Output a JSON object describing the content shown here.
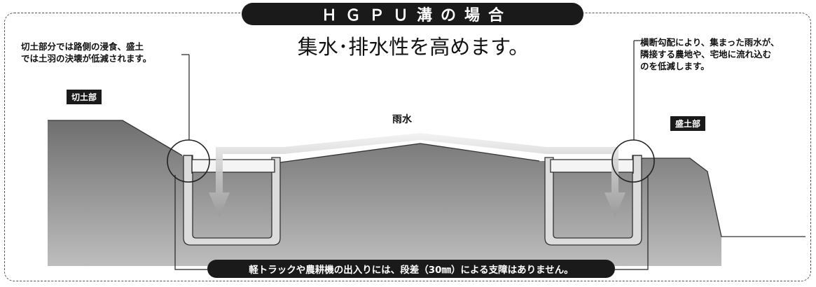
{
  "header": {
    "title": "ＨＧＰＵ溝の場合"
  },
  "subtitle": "集水･排水性を高めます。",
  "notes": {
    "left": [
      "切土部分では路側の浸食、盛土",
      "では土羽の決壊が低減されます。"
    ],
    "right": [
      "横断勾配により、集まった雨水が、",
      "隣接する農地や、宅地に流れ込む",
      "のを低減します。"
    ]
  },
  "labels": {
    "cut": "切土部",
    "fill": "盛土部",
    "rain": "雨水"
  },
  "footer": "軽トラックや農耕機の出入りには、段差（30㎜）による支障はありません。",
  "colors": {
    "ground": "#8d8d8d",
    "channel": "#dcdcdc",
    "dark": "#1a1a1a"
  }
}
